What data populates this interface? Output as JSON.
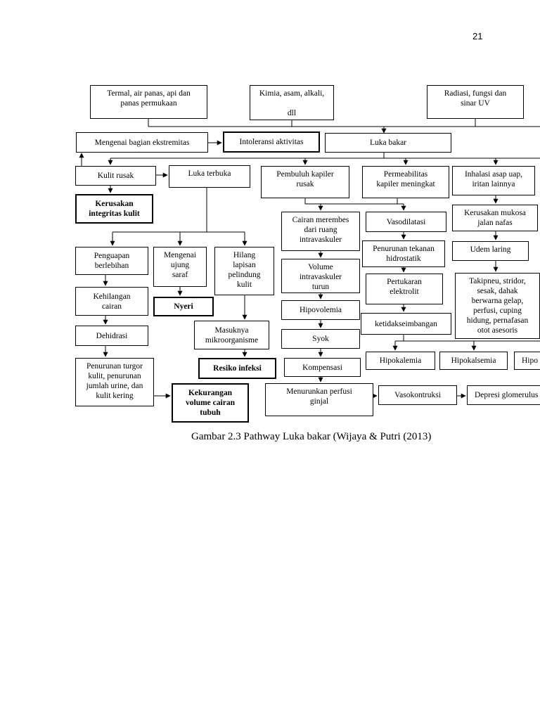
{
  "page_number": "21",
  "caption": "Gambar 2.3 Pathway Luka bakar (Wijaya & Putri (2013)",
  "nodes": {
    "termal": "Termal, air panas, api dan\npanas permukaan",
    "kimia": "Kimia, asam, alkali,\n\ndll",
    "radiasi": "Radiasi, fungsi dan\nsinar UV",
    "mengenai_ekstremitas": "Mengenai bagian ekstremitas",
    "intoleransi": "Intoleransi aktivitas",
    "luka_bakar": "Luka bakar",
    "kulit_rusak": "Kulit rusak",
    "luka_terbuka": "Luka terbuka",
    "pembuluh": "Pembuluh kapiler\nrusak",
    "permeabilitas": "Permeabilitas\nkapiler  meningkat",
    "inhalasi": "Inhalasi asap uap,\niritan lainnya",
    "kerusakan_integritas": "Kerusakan\nintegritas kulit",
    "cairan_merembes": "Cairan merembes\ndari ruang\nintravaskuler",
    "vasodilatasi": "Vasodilatasi",
    "kerusakan_mukosa": "Kerusakan mukosa\njalan nafas",
    "penurunan_tekanan": "Penurunan tekanan\nhidrostatik",
    "udem_laring": "Udem laring",
    "penguapan": "Penguapan\nberlebihan",
    "mengenai_saraf": "Mengenai\nujung\nsaraf",
    "hilang_lapisan": "Hilang\nlapisan\npelindung\nkulit",
    "volume_intravaskuler": "Volume\nintravaskuler\nturun",
    "pertukaran": "Pertukaran\nelektrolit",
    "takipneu": "Takipneu, stridor,\nsesak, dahak\nberwarna gelap,\nperfusi, cuping\nhidung, pernafasan\notot asesoris",
    "kehilangan_cairan": "Kehilangan\ncairan",
    "nyeri": "Nyeri",
    "hipovolemia": "Hipovolemia",
    "ketidakseimbangan": "ketidakseimbangan",
    "dehidrasi": "Dehidrasi",
    "masuknya": "Masuknya\nmikroorganisme",
    "syok": "Syok",
    "hipokalemia": "Hipokalemia",
    "hipokalsemia": "Hipokalsemia",
    "hipo": "Hipo",
    "penurunan_turgor": "Penurunan turgor\nkulit, penurunan\njumlah urine, dan\nkulit kering",
    "resiko_infeksi": "Resiko infeksi",
    "kompensasi": "Kompensasi",
    "kekurangan_volume": "Kekurangan\nvolume cairan\ntubuh",
    "menurunkan_perfusi": "Menurunkan perfusi\nginjal",
    "vasokontruksi": "Vasokontruksi",
    "depresi": "Depresi glomerulus"
  }
}
